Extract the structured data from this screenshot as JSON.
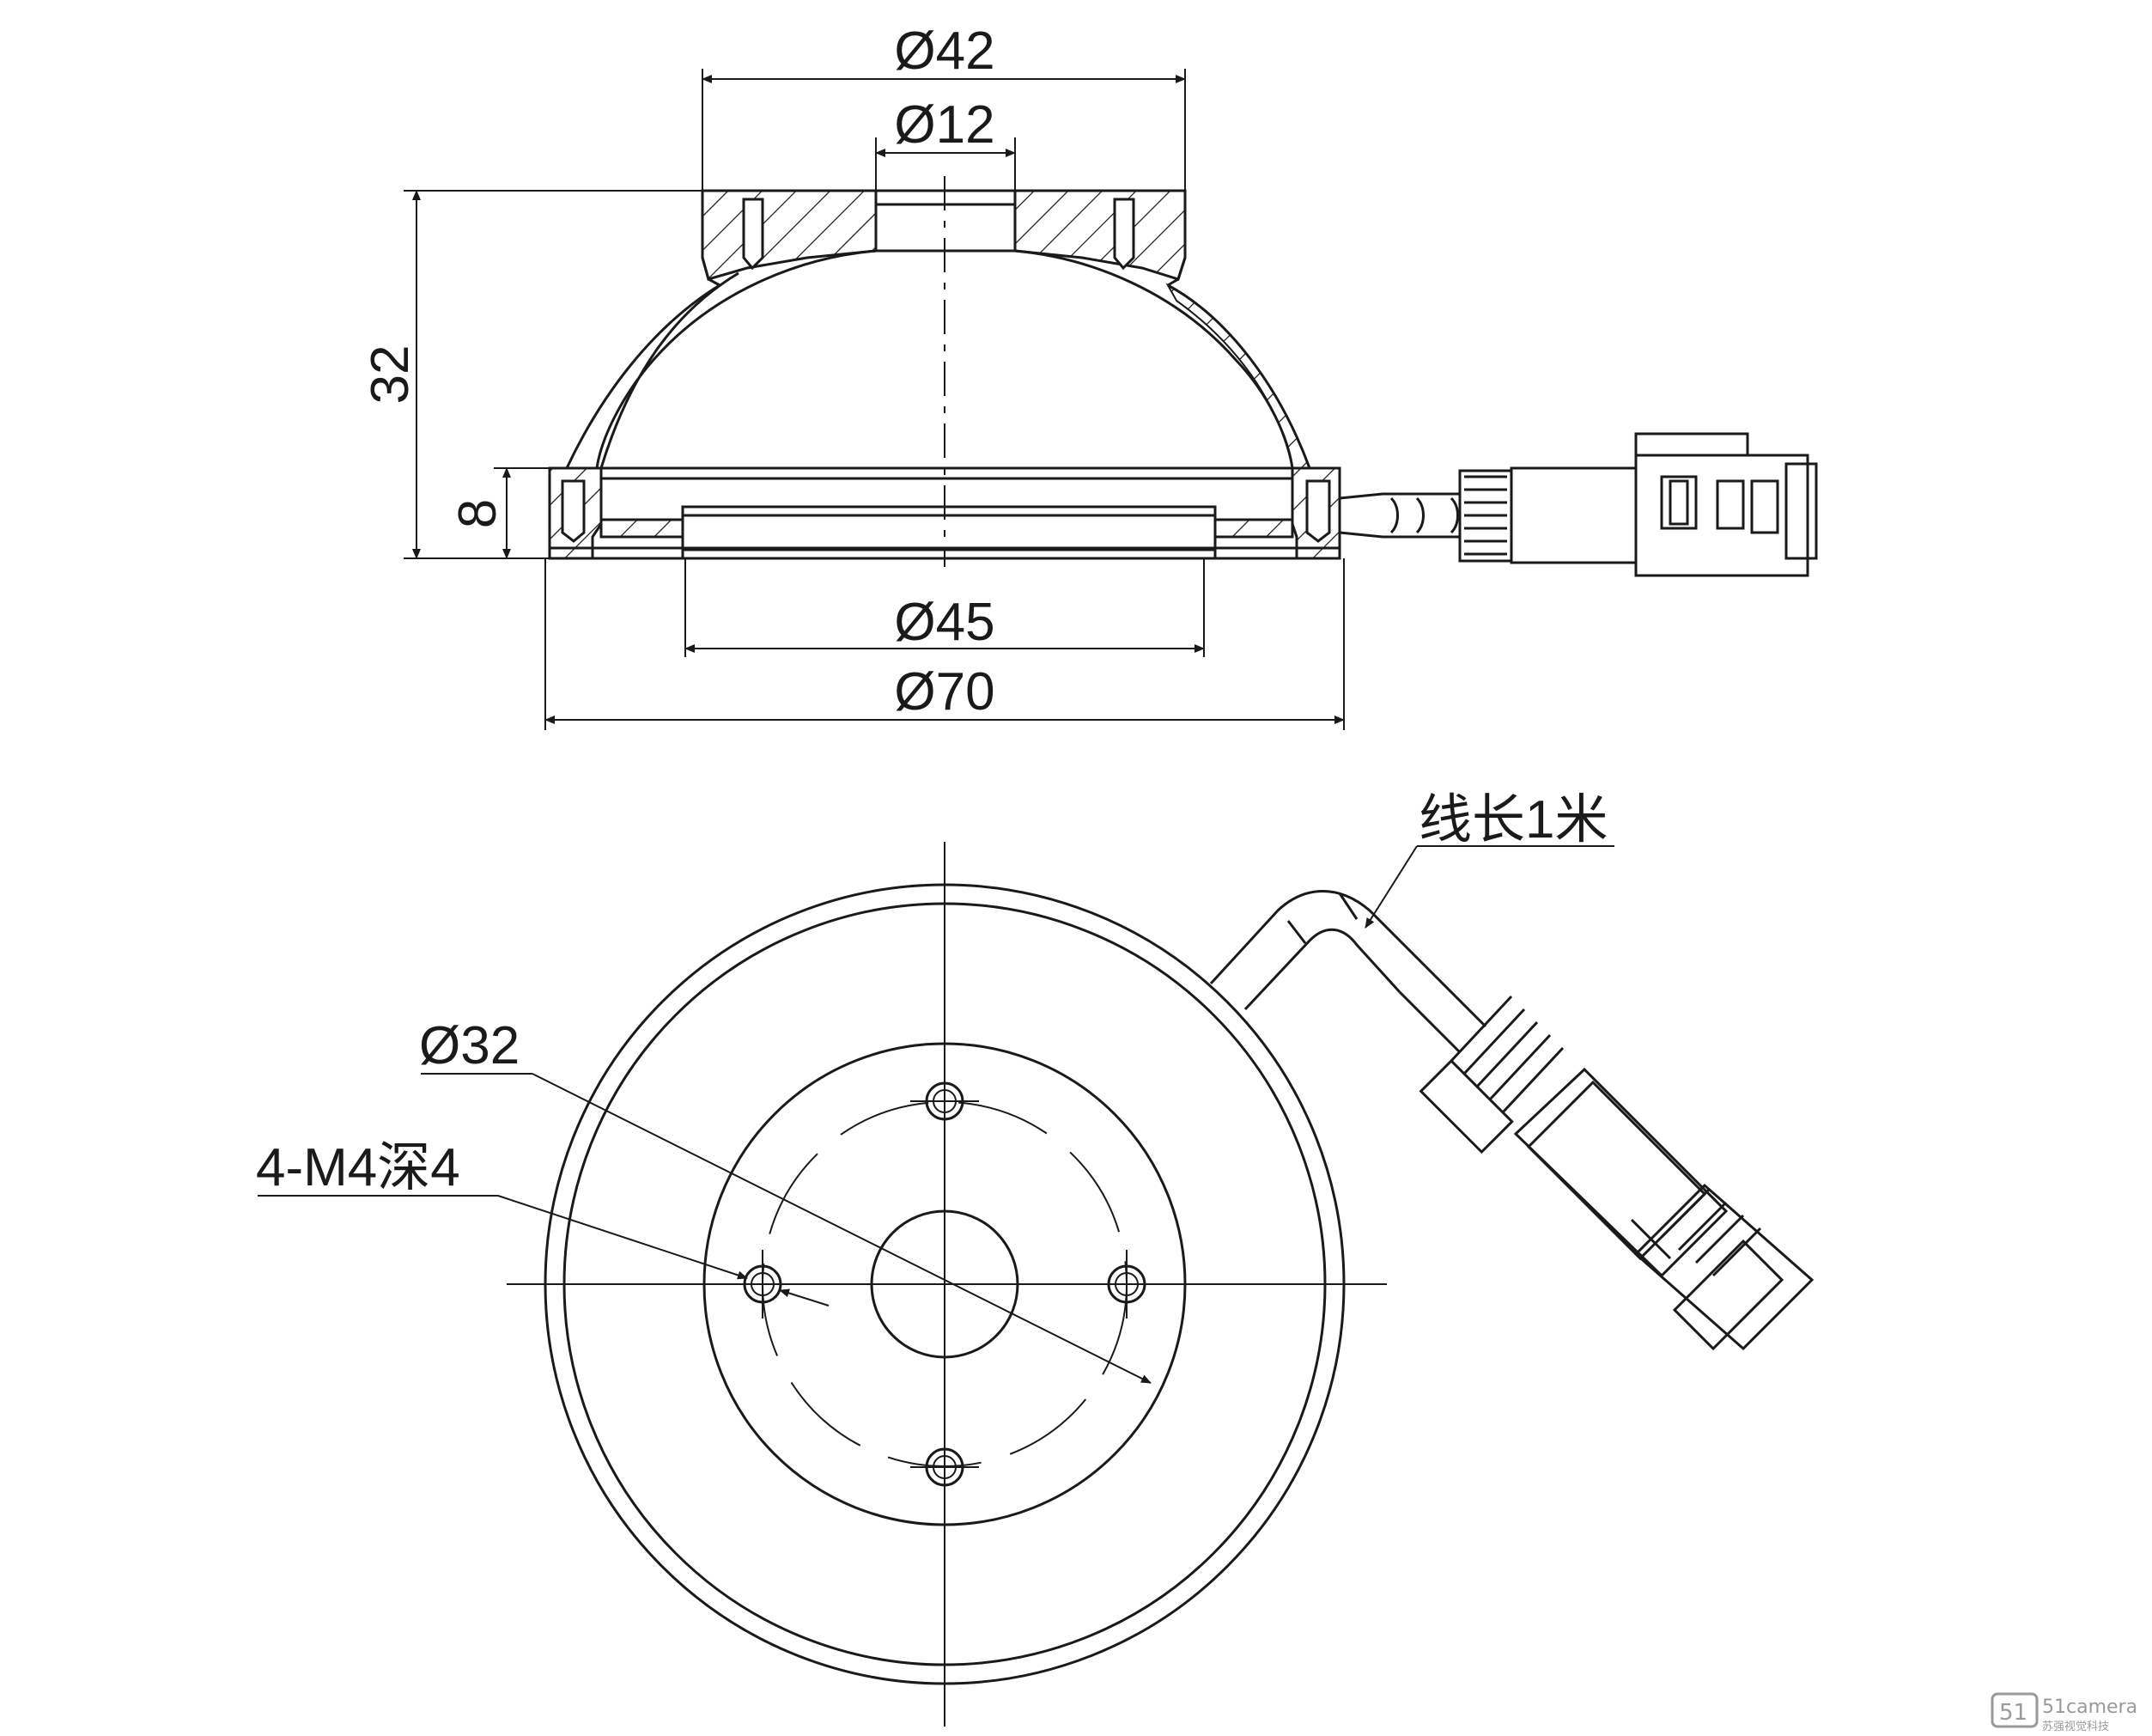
{
  "drawing": {
    "side_view": {
      "dim_top_outer": "Ø42",
      "dim_top_inner": "Ø12",
      "dim_height_total": "32",
      "dim_height_flange": "8",
      "dim_bottom_inner": "Ø45",
      "dim_bottom_outer": "Ø70"
    },
    "top_view": {
      "dim_bolt_circle": "Ø32",
      "dim_threaded_holes": "4-M4深4",
      "cable_length_note": "线长1米"
    }
  },
  "watermark": {
    "brand": "51camera",
    "tagline": "苏强视觉科技"
  },
  "colors": {
    "line": "#1a1a1a",
    "watermark": "#9a9a9a"
  }
}
